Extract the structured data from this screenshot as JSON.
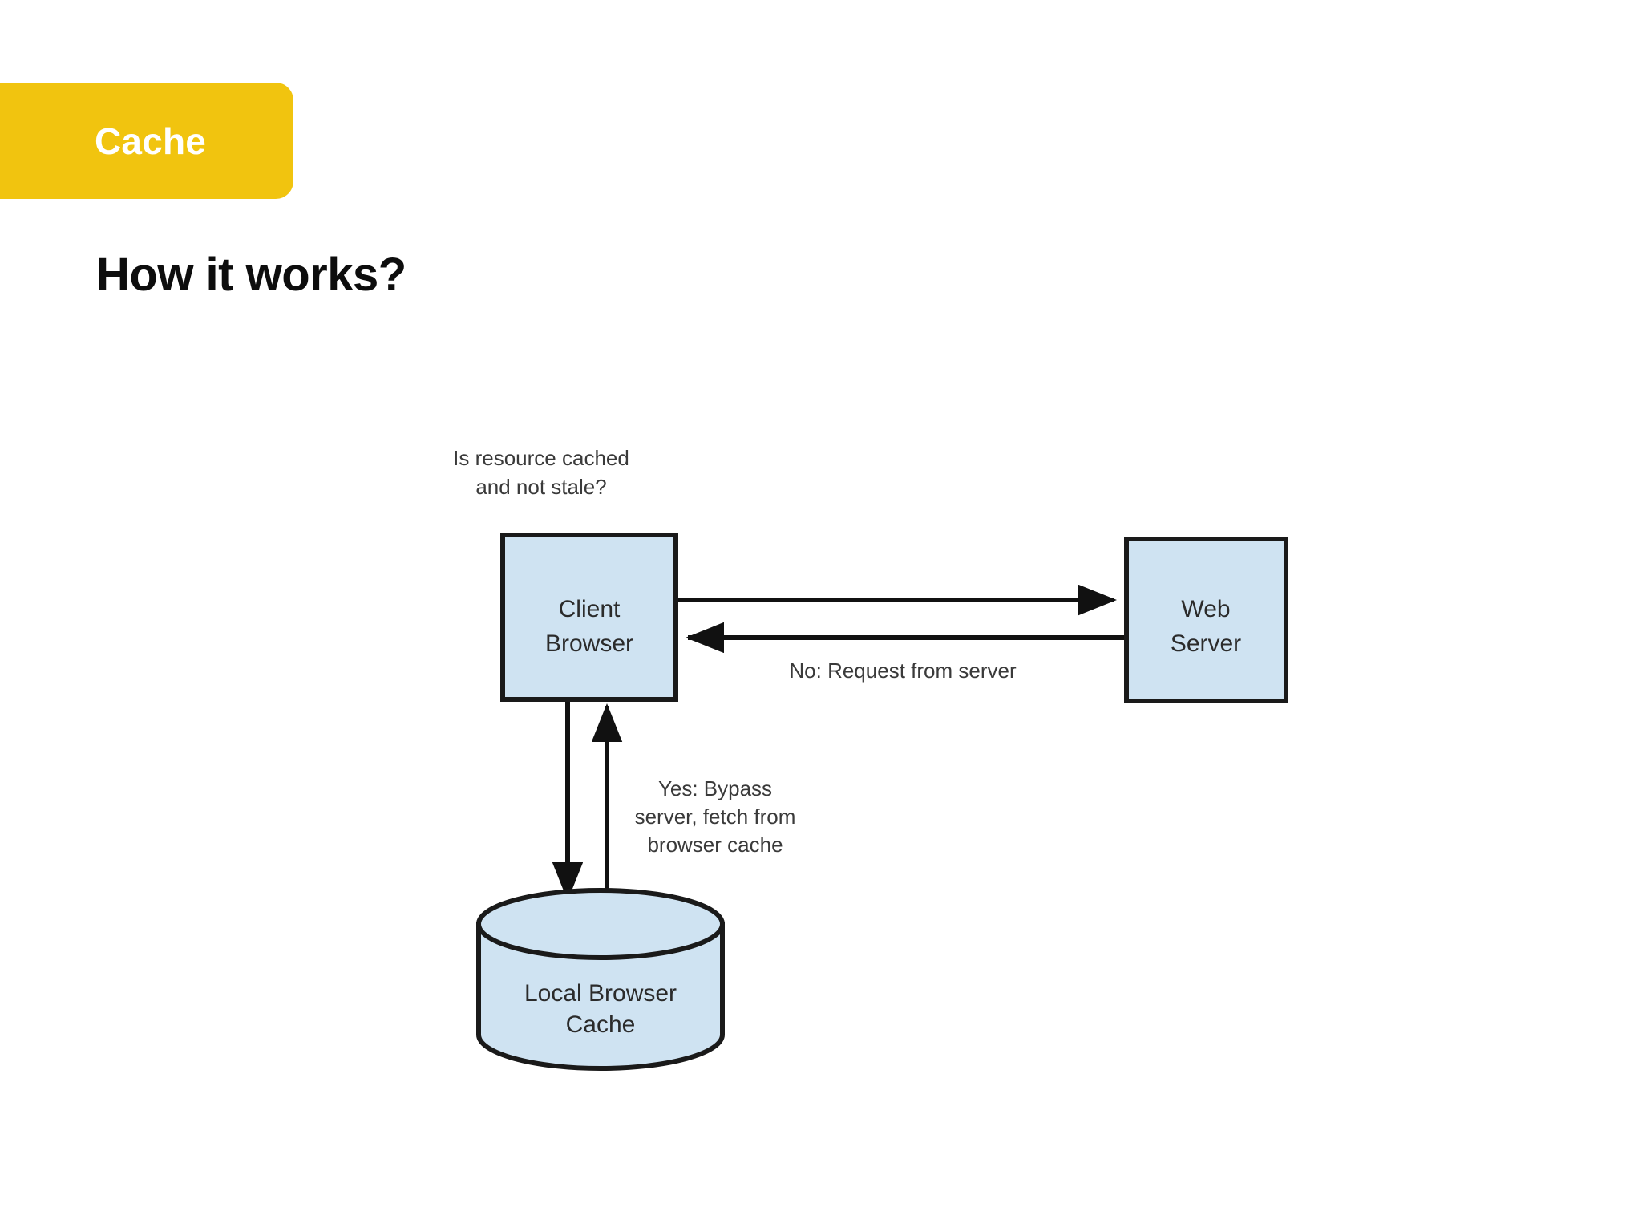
{
  "slide": {
    "section_tag": "Cache",
    "title": "How it works?",
    "accent_color": "#f1c40f",
    "title_color": "#0d0d0d",
    "background_color": "#ffffff"
  },
  "diagram": {
    "type": "flowchart",
    "node_fill_color": "#cfe3f2",
    "node_stroke_color": "#1a1a1a",
    "nodes": [
      {
        "id": "client",
        "shape": "rectangle",
        "label_line1": "Client",
        "label_line2": "Browser"
      },
      {
        "id": "server",
        "shape": "rectangle",
        "label_line1": "Web",
        "label_line2": "Server"
      },
      {
        "id": "cache",
        "shape": "cylinder",
        "label_line1": "Local Browser",
        "label_line2": "Cache"
      }
    ],
    "annotations": {
      "decision_line1": "Is resource cached",
      "decision_line2": "and not stale?"
    },
    "edges": [
      {
        "id": "client-to-server",
        "from": "client",
        "to": "server",
        "direction": "right",
        "label": ""
      },
      {
        "id": "server-to-client",
        "from": "server",
        "to": "client",
        "direction": "left",
        "label": "No: Request from server"
      },
      {
        "id": "client-to-cache",
        "from": "client",
        "to": "cache",
        "direction": "down",
        "label_line1": "Yes: Bypass",
        "label_line2": "server, fetch from",
        "label_line3": "browser cache"
      },
      {
        "id": "cache-to-client",
        "from": "cache",
        "to": "client",
        "direction": "up",
        "label": ""
      }
    ]
  }
}
